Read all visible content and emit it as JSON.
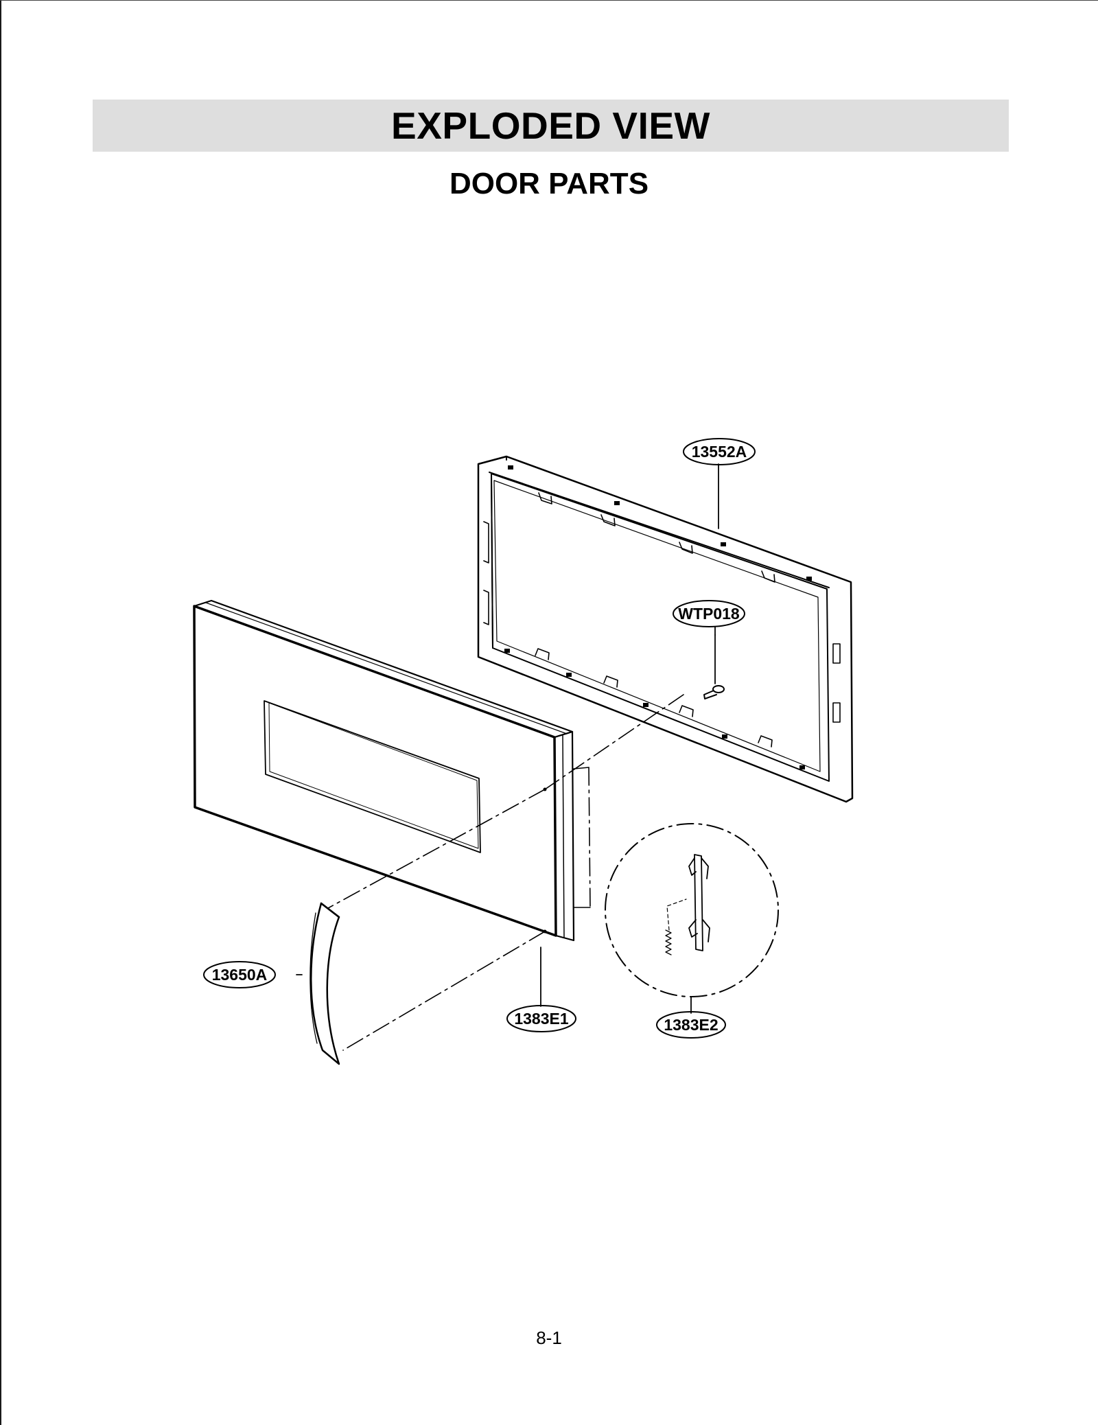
{
  "header": {
    "title": "EXPLODED VIEW",
    "subtitle": "DOOR PARTS"
  },
  "callouts": {
    "choke_frame": "13552A",
    "screw": "WTP018",
    "handle": "13650A",
    "door_assembly": "1383E1",
    "latch_assembly": "1383E2"
  },
  "footer": {
    "page_number": "8-1"
  }
}
